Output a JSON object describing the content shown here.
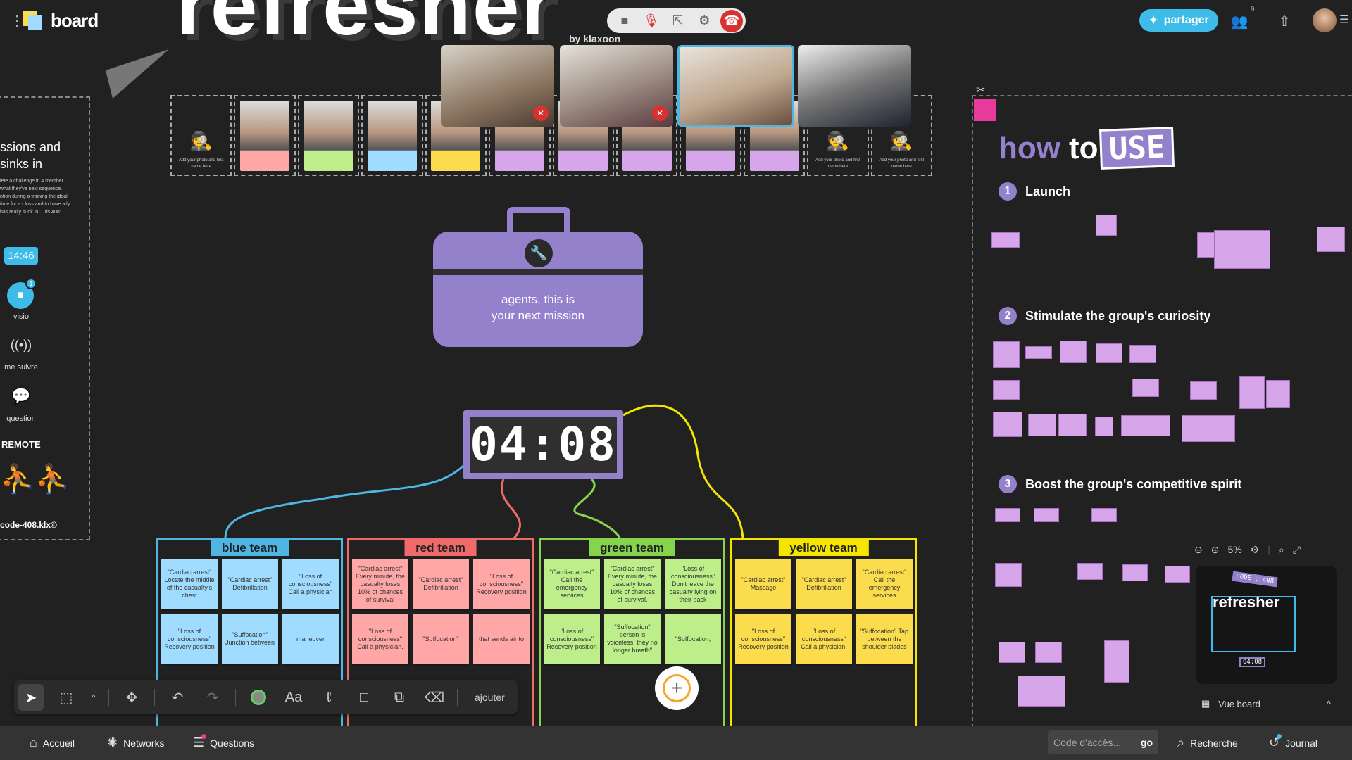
{
  "app": {
    "name": "board",
    "title": "refresher",
    "byline": "by klaxoon"
  },
  "header": {
    "share_label": "partager",
    "participants_count": "9"
  },
  "photo_strip": {
    "placeholder_text": "Add your photo and first name here"
  },
  "left_panel": {
    "title": "ssions and\nsinks in",
    "text": "lete a challenge in 4 member what they've next sequence. ntion during a training the ideal time for a r loss and to have a ly has really sunk in. ...ds 408\".",
    "time": "14:46",
    "visio_label": "visio",
    "visio_badge": "1",
    "follow_label": "me suivre",
    "question_label": "question",
    "remote_label": "REMOTE",
    "footer": "code-408.klx©"
  },
  "toolbox": {
    "text": "agents, this is\nyour next mission"
  },
  "timer": {
    "value": "04:08"
  },
  "teams": [
    {
      "name": "blue team",
      "color": "#4fb6e3",
      "note_color": "#9fdcff",
      "notes": [
        "\"Cardiac arrest\" Locate the middle of the casualty's chest",
        "\"Cardiac arrest\" Defibrillation",
        "\"Loss of consciousness\" Call a physician",
        "\"Loss of consciousness\" Recovery position",
        "\"Suffocation\" Junction between",
        "maneuver"
      ]
    },
    {
      "name": "red team",
      "color": "#f06a6a",
      "note_color": "#ffa6a6",
      "notes": [
        "\"Cardiac arrest\" Every minute, the casualty loses 10% of chances of survival",
        "\"Cardiac arrest\" Defibrillation",
        "\"Loss of consciousness\" Recovery position",
        "\"Loss of consciousness\" Call a physician.",
        "\"Suffocation\"",
        "that sends air to"
      ]
    },
    {
      "name": "green team",
      "color": "#86d44c",
      "note_color": "#bdee8a",
      "notes": [
        "\"Cardiac arrest\" Call the emergency services",
        "\"Cardiac arrest\" Every minute, the casualty loses 10% of chances of survival.",
        "\"Loss of consciousness\" Don't leave the casualty lying on their back",
        "\"Loss of consciousness\" Recovery position",
        "\"Suffocation\" person is voiceless, they no longer breath\"",
        "\"Suffocation,"
      ]
    },
    {
      "name": "yellow team",
      "color": "#f5e600",
      "note_color": "#fbdc4c",
      "notes": [
        "\"Cardiac arrest\" Massage",
        "\"Cardiac arrest\" Defibrillation",
        "\"Cardiac arrest\" Call the emergency services",
        "\"Loss of consciousness\" Recovery position",
        "\"Loss of consciousness\" Call a physician.",
        "\"Suffocation\" Tap between the shoulder blades"
      ]
    }
  ],
  "toolbar": {
    "add_label": "ajouter",
    "text_tool": "Aa"
  },
  "how_to": {
    "how": "how",
    "to": "to",
    "use": "USE",
    "steps": [
      {
        "num": "1",
        "label": "Launch"
      },
      {
        "num": "2",
        "label": "Stimulate the group's curiosity"
      },
      {
        "num": "3",
        "label": "Boost the group's competitive spirit"
      }
    ]
  },
  "zoom": {
    "level": "5%"
  },
  "minimap": {
    "title": "refresher",
    "code": "CODE : 408",
    "timer": "04:08",
    "label": "Vue board"
  },
  "bottom_bar": {
    "home": "Accueil",
    "networks": "Networks",
    "questions": "Questions",
    "code_placeholder": "Code d'accès...",
    "go": "go",
    "search": "Recherche",
    "journal": "Journal"
  },
  "colors": {
    "accent": "#3dbbe9",
    "purple": "#9381cc",
    "hangup": "#d93030"
  }
}
